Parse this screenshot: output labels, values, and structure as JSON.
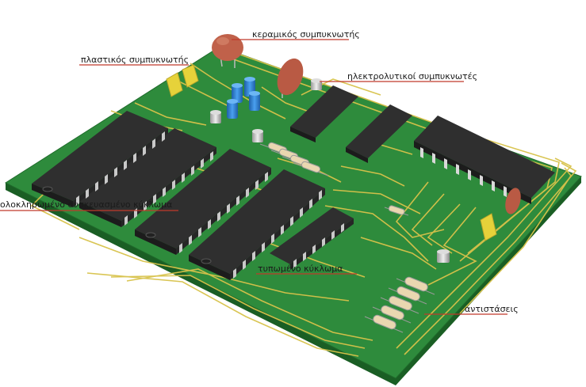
{
  "labels": {
    "ceramic_capacitor": "κεραμικός συμπυκνωτής",
    "plastic_capacitor": "πλαστικός συμπυκνωτής",
    "electrolytic_capacitors": "ηλεκτρολυτικοί συμπυκνωτές",
    "integrated_circuit": "ολοκληρωμένο συσκευασμένο κύκλωμα",
    "printed_circuit": "τυπωμένο κύκλωμα",
    "resistors": "αντιστάσεις"
  },
  "colors": {
    "board": "#2e8b3c",
    "board_edge": "#1f6b2b",
    "trace": "#d8c24a",
    "chip": "#3b3b3b",
    "pin": "#c9c9c9",
    "leader_line": "#c0392b",
    "ceramic": "#c0614a",
    "plastic": "#e6d23a",
    "electrolytic": "#2f7fd1"
  }
}
